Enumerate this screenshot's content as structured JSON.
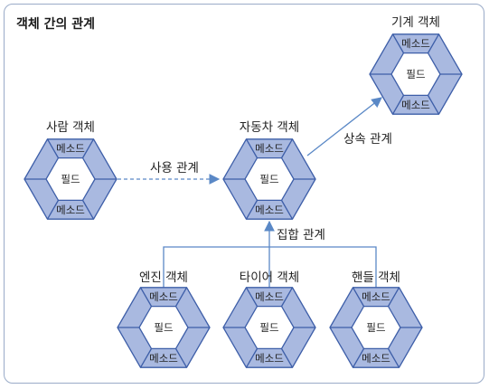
{
  "title": "객체 간의 관계",
  "labels": {
    "method": "메소드",
    "field": "필드"
  },
  "objects": [
    {
      "id": "person",
      "name": "사람 객체"
    },
    {
      "id": "car",
      "name": "자동차 객체"
    },
    {
      "id": "machine",
      "name": "기계 객체"
    },
    {
      "id": "engine",
      "name": "엔진 객체"
    },
    {
      "id": "tire",
      "name": "타이어 객체"
    },
    {
      "id": "handle",
      "name": "핸들 객체"
    }
  ],
  "relations": {
    "use": "사용 관계",
    "inheritance": "상속 관계",
    "aggregation": "집합 관계"
  },
  "colors": {
    "hex_outer": "#a9b9e0",
    "hex_inner": "#ffffff",
    "stroke": "#3d5ea8",
    "arrow": "#5a88c6",
    "frame": "#9aabc8"
  }
}
